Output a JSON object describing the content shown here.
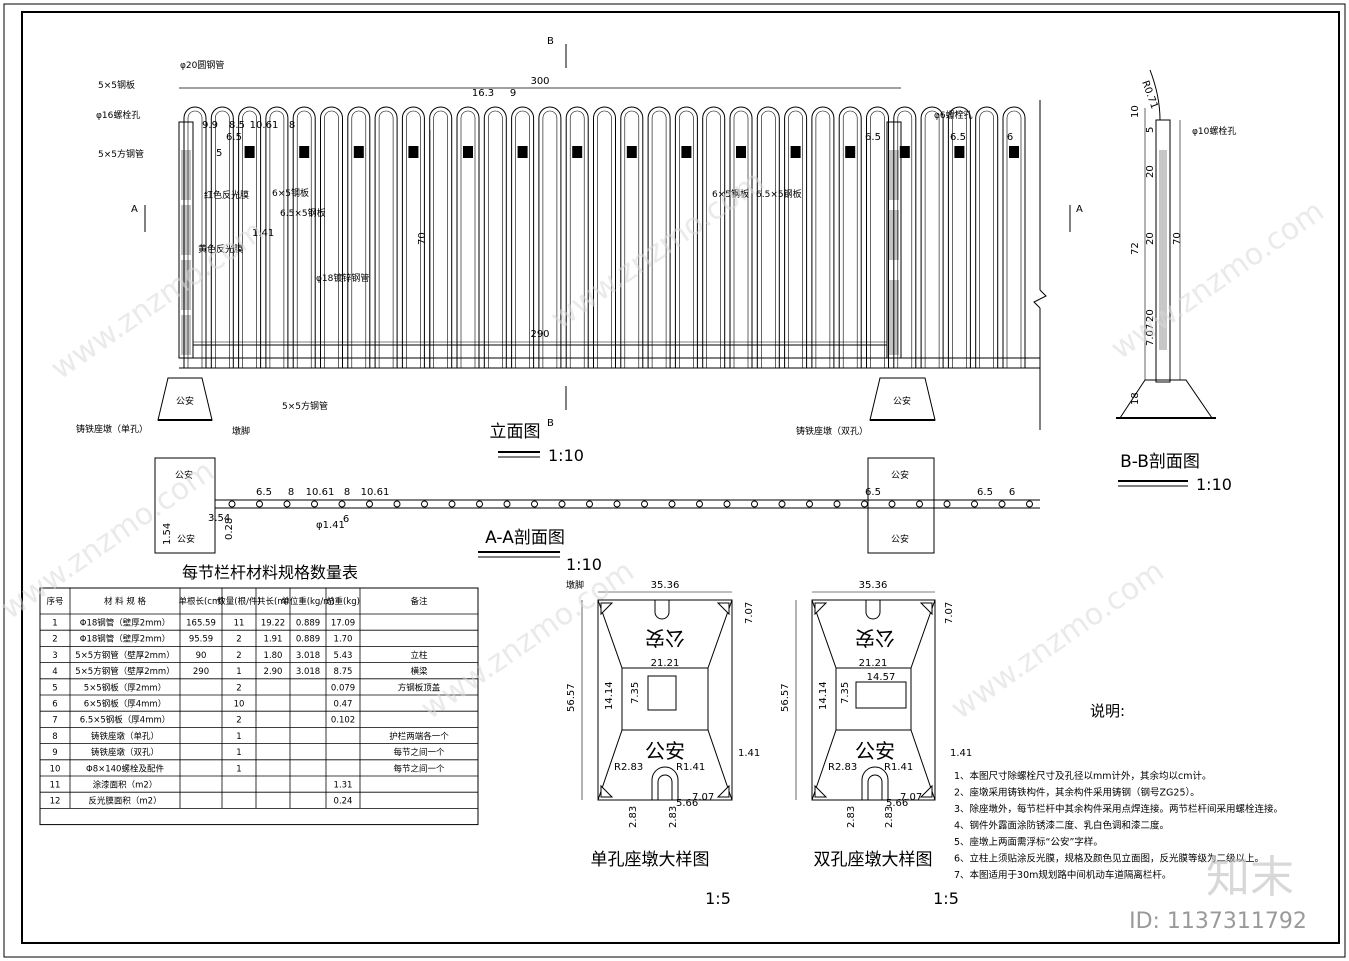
{
  "views": {
    "elevation": {
      "title": "立面图",
      "scale": "1:10"
    },
    "bb_section": {
      "title": "B-B剖面图",
      "scale": "1:10"
    },
    "aa_section": {
      "title": "A-A剖面图",
      "scale": "1:10"
    },
    "single_pier": {
      "title": "单孔座墩大样图",
      "scale": "1:5"
    },
    "double_pier": {
      "title": "双孔座墩大样图",
      "scale": "1:5"
    }
  },
  "section_marks": {
    "a": "A",
    "b": "B"
  },
  "elevation_labels": {
    "round_tube": "φ20圆钢管",
    "plate55": "5×5钢板",
    "bolt_hole16": "φ16螺栓孔",
    "sq_tube_post": "5×5方钢管",
    "red_film": "红色反光膜",
    "plate65": "6×5钢板",
    "plate655": "6.5×5钢板",
    "yellow_film": "黄色反光膜",
    "round_tube18": "φ18镀锌钢管",
    "sq_tube_rail": "5×5方钢管",
    "pier_single": "铸铁座墩（单孔）",
    "pier_double": "铸铁座墩（双孔）",
    "foot": "墩脚",
    "bolt": "螺栓孔",
    "bolt_hole6": "φ6螺栓孔",
    "plate65_r": "6×5钢板",
    "plate655_r": "6.5×5钢板",
    "police": "公安"
  },
  "elevation_dims": {
    "total": "300",
    "inner": "290",
    "pitch": "16.3",
    "half": "9",
    "d1": "9.9",
    "d2": "8.5",
    "d3": "10.61",
    "d4": "8",
    "d5": "6.5",
    "d6": "5",
    "d7": "1.41",
    "height": "70",
    "six": "6",
    "sixfive": "6.5"
  },
  "bb_dims": {
    "r": "R0.71",
    "bolt": "φ10螺栓孔",
    "a": "10",
    "b": "5",
    "c": "20",
    "d": "72",
    "e": "20",
    "f": "70",
    "g": "7.07",
    "h": "20",
    "i": "18"
  },
  "aa_dims": {
    "d1": "6.5",
    "d2": "8",
    "d3": "10.61",
    "d4": "8",
    "d5": "10.61",
    "six": "6",
    "d6": "6",
    "d7": "φ1.41",
    "d8": "3.54",
    "d9": "0.28",
    "d10": "1.54",
    "d11": "6.5",
    "d12": "6.5",
    "d13": "6"
  },
  "pier_dims": {
    "width": "35.36",
    "height": "56.57",
    "mid": "21.21",
    "side": "14.14",
    "hole": "7.35",
    "hole_w": "14.57",
    "top": "7.07",
    "r": "R2.83",
    "small": "1.41",
    "r2": "R1.41",
    "b1": "2.83",
    "b2": "5.66",
    "b3": "7.07",
    "b4": "2.83"
  },
  "table": {
    "title": "每节栏杆材料规格数量表",
    "headers": [
      "序号",
      "材 料 规 格",
      "单根长(cm)",
      "数量(根/件)",
      "共长(m)",
      "单位重(kg/m)",
      "总重(kg)",
      "备注"
    ],
    "rows": [
      [
        "1",
        "Φ18钢管（壁厚2mm）",
        "165.59",
        "11",
        "19.22",
        "0.889",
        "17.09",
        ""
      ],
      [
        "2",
        "Φ18钢管（壁厚2mm）",
        "95.59",
        "2",
        "1.91",
        "0.889",
        "1.70",
        ""
      ],
      [
        "3",
        "5×5方钢管（壁厚2mm）",
        "90",
        "2",
        "1.80",
        "3.018",
        "5.43",
        "立柱"
      ],
      [
        "4",
        "5×5方钢管（壁厚2mm）",
        "290",
        "1",
        "2.90",
        "3.018",
        "8.75",
        "横梁"
      ],
      [
        "5",
        "5×5钢板（厚2mm）",
        "",
        "2",
        "",
        "",
        "0.079",
        "方钢板顶盖"
      ],
      [
        "6",
        "6×5钢板（厚4mm）",
        "",
        "10",
        "",
        "",
        "0.47",
        ""
      ],
      [
        "7",
        "6.5×5钢板（厚4mm）",
        "",
        "2",
        "",
        "",
        "0.102",
        ""
      ],
      [
        "8",
        "铸铁座墩（单孔）",
        "",
        "1",
        "",
        "",
        "",
        "护栏两端各一个"
      ],
      [
        "9",
        "铸铁座墩（双孔）",
        "",
        "1",
        "",
        "",
        "",
        "每节之间一个"
      ],
      [
        "10",
        "Φ8×140螺栓及配件",
        "",
        "1",
        "",
        "",
        "",
        "每节之间一个"
      ],
      [
        "11",
        "涂漆面积（m2）",
        "",
        "",
        "",
        "",
        "1.31",
        ""
      ],
      [
        "12",
        "反光膜面积（m2）",
        "",
        "",
        "",
        "",
        "0.24",
        ""
      ]
    ]
  },
  "notes": {
    "title": "说明:",
    "items": [
      "1、本图尺寸除螺栓尺寸及孔径以mm计外，其余均以cm计。",
      "2、座墩采用铸铁构件，其余构件采用铸钢（钢号ZG25）。",
      "3、除座墩外，每节栏杆中其余构件采用点焊连接。两节栏杆间采用螺栓连接。",
      "4、钢件外露面涂防锈漆二度、乳白色调和漆二度。",
      "5、座墩上两面需浮标“公安”字样。",
      "6、立柱上须贴涂反光膜，规格及颜色见立面图，反光膜等级为二级以上。",
      "7、本图适用于30m规划路中间机动车道隔离栏杆。"
    ]
  },
  "watermark": {
    "brand": "知末",
    "url": "www.znzmo.com",
    "id": "ID: 1137311792"
  }
}
